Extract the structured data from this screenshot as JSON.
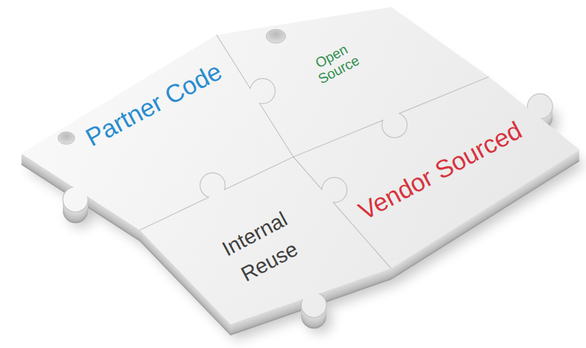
{
  "diagram": {
    "nodes": [
      {
        "text": [
          "Partner Code"
        ]
      },
      {
        "text": [
          "Open Source"
        ]
      },
      {
        "text": [
          "Internal Reuse"
        ]
      },
      {
        "text": [
          "Vendor Sourced"
        ]
      }
    ]
  }
}
